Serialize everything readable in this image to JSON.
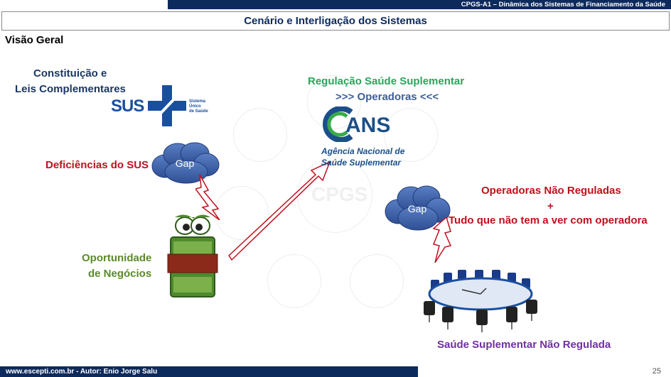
{
  "header": {
    "doc_title": "CPGS-A1 – Dinâmica dos Sistemas de Financiamento da Saúde",
    "slide_title": "Cenário e Interligação dos Sistemas"
  },
  "section": "Visão Geral",
  "sus": {
    "heading_line1": "Constituição e",
    "heading_line2": "Leis Complementares",
    "logo_text": "SUS",
    "logo_sub1": "Sistema",
    "logo_sub2": "Único",
    "logo_sub3": "de Saúde"
  },
  "deficiencias": "Deficiências do SUS",
  "gap_label": "Gap",
  "oportunidade_line1": "Oportunidade",
  "oportunidade_line2": "de Negócios",
  "regulacao": {
    "line1": "Regulação Saúde Suplementar",
    "line2": ">>> Operadoras <<<"
  },
  "ans": {
    "logo_text": "ANS",
    "sub1": "Agência Nacional de",
    "sub2": "Saúde Suplementar"
  },
  "watermark": "CPGS",
  "nao_reguladas": {
    "line1": "Operadoras Não Reguladas",
    "line2": "+",
    "line3": "Tudo que não tem a ver com operadora"
  },
  "saude_nao_regulada": "Saúde Suplementar Não Regulada",
  "footer": {
    "text": "www.escepti.com.br   -   Autor: Enio Jorge Salu",
    "page": "25"
  },
  "colors": {
    "navy": "#0d2a5c",
    "red": "#c0101c",
    "green": "#5b8a2a",
    "teal": "#2aa55a",
    "purple": "#7030a0",
    "sus_blue": "#1a4fa0",
    "cloud_blue": "#3a5fa8"
  },
  "icons": [
    "sus-cross-icon",
    "ans-logo-icon",
    "cloud-icon",
    "lightning-icon",
    "arrow-icon",
    "money-character-icon",
    "meeting-table-icon"
  ]
}
